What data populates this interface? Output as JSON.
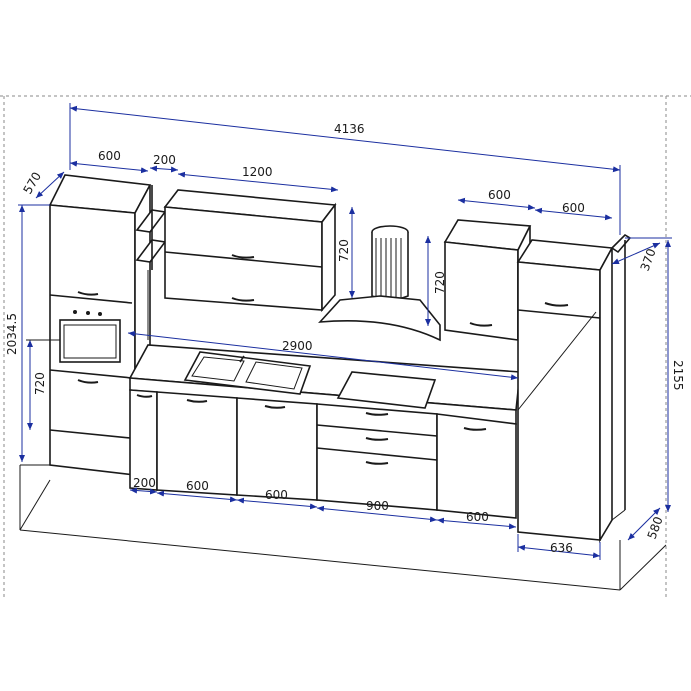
{
  "dimensions": {
    "total_width": "4136",
    "upper_left_tall_width": "600",
    "upper_shelf_width": "200",
    "upper_wall_cabinet_width": "1200",
    "upper_right_cabinet_width": "600",
    "upper_right_tall_width": "600",
    "left_tall_depth": "570",
    "left_tall_height": "2034.5",
    "left_lower_height": "720",
    "wall_cabinet_height": "720",
    "hood_height": "720",
    "right_tall_depth": "370",
    "countertop_length": "2900",
    "right_tall_height": "2155",
    "base_corner_width": "200",
    "base_sink_left_width": "600",
    "base_sink_right_width": "600",
    "base_drawer_width": "900",
    "base_right_width": "600",
    "fridge_width": "636",
    "fridge_depth": "580"
  },
  "colors": {
    "dimension_line": "#1b2fa0",
    "outline": "#1a1a1a"
  }
}
